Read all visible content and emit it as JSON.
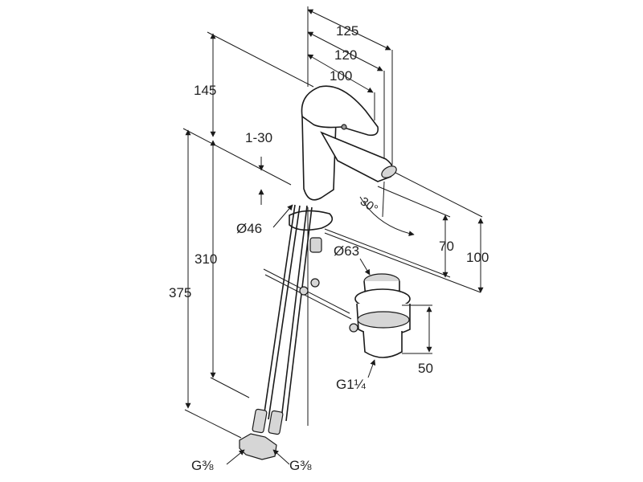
{
  "colors": {
    "line": "#1a1a1a",
    "text": "#222222",
    "background": "#ffffff",
    "shade": "#d6d6d6"
  },
  "dimensions": {
    "width_125": "125",
    "width_120": "120",
    "width_100": "100",
    "height_145": "145",
    "range_1_30": "1-30",
    "angle_30": "30°",
    "dia_46": "Ø46",
    "dia_63": "Ø63",
    "height_310": "310",
    "height_375": "375",
    "height_70": "70",
    "height_100": "100",
    "height_50": "50",
    "thread_g114": "G1¼",
    "thread_g38_left": "G⅜",
    "thread_g38_right": "G⅜"
  }
}
